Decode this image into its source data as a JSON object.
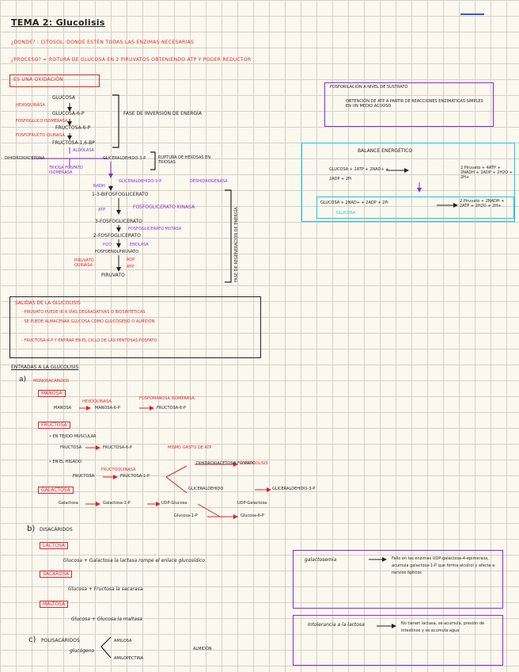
{
  "header": {
    "title": "TEMA 2: Glucolisis",
    "donde": "¿DONDE? : CITOSOL, DONDE ESTÉN TODAS LAS ENZIMAS NECESARIAS",
    "proceso": "¿PROCESO? = ROTURA DE GLUCOSA EN 2 PIRUVATOS OBTENIENDO ATP Y PODER REDUCTOR",
    "oxidacion": "ES UNA OXIDACIÓN"
  },
  "pathway": {
    "glucosa": "GLUCOSA",
    "glucosa6p": "GLUCOSA-6-P",
    "fructosa6p": "FRUCTOSA-6-P",
    "fructosa16bp": "FRUCTOSA-1,6-BP",
    "hexoquinasa": "HEXOQUINASA",
    "fosfogluco": "FOSFOGLUCO ISOMERASA",
    "fosfofructo": "FOSFOFRUCTO QUINASA",
    "aldolasa": "ALDOLASA",
    "dihidroxi": "DIHIDROXIACETONA",
    "gliceraldehido3p": "GLICERALDEHIDO-3-P",
    "triosa": "TRIOSA FOSFATO ISOMERASA",
    "gliceraldehido3p_b": "GLICERALDEHIDO-3-P",
    "deshidrogenasa": "DESHIDROGENASA",
    "nadh": "NADH",
    "bifosfoglicerato": "1-3-BIFOSFOGLICERATO",
    "atp": "ATP",
    "fosfoglicerato_kinasa": "FOSFOGLICERATO KINASA",
    "fosfoglicerato3": "3-FOSFOGLICERATO",
    "fosfoglicerato_mutasa": "FOSFOGLICERATO MUTASA",
    "fosfoglicerato2": "2-FOSFOGLICERATO",
    "enolasa": "ENOLASA",
    "h2o": "H2O",
    "fosfoenol": "FOSFOENOLPIRUVATO",
    "adp": "ADP",
    "atp_b": "ATP",
    "piruvato_quinasa": "PIRUVATO QUINASA",
    "piruvato": "PIRUVATO",
    "fase_inversion": "FASE DE INVERSIÓN DE ENERGÍA",
    "ruptura": "RUPTURA DE HEXOSAS EN TRIOSAS",
    "fase_regeneracion": "FASE DE REGENERACIÓN DE ENERGÍA"
  },
  "fosforilacion": {
    "title": "FOSFORILACIÓN A NIVEL DE SUSTRATO",
    "body": "OBTENCIÓN DE ATP A PARTIR DE REACCIONES ENZIMÁTICAS SIMPLES EN UN MEDIO ACUOSO"
  },
  "balance": {
    "title": "BALANCE ENERGÉTICO",
    "line1": "GLUCOSA + 2ATP + 2NAD+ +",
    "line1b": "2ADP + 2Pi",
    "line1r": "2 Piruvato + 4ATP + 2NADH + 2ADP + 2H2O + 2H+",
    "line2": "GLUCOSA + 2NAD+ + 2ADP + 2Pi",
    "line2r": "2 Piruvato + 2NADH + 2ATP + 2H2O + 2H+",
    "sub": "GLUCOSA"
  },
  "salidas": {
    "title": "SALIDAS DE LA GLUCOLISIS",
    "items": [
      "- PIRUVATO PUEDE IR A VÍAS DEGRADATIVAS O BIOSINTÉTICAS",
      "- SE PUEDE ALMACENAR GLUCOSA COMO GLUCÓGENO O ALMIDÓN",
      "- FRUCTOSA-6-P Y ENTRAR EN EL CICLO DE LAS PENTOSAS FOSFATO"
    ]
  },
  "entradas": {
    "title": "ENTRADAS A LA GLUCOLISIS",
    "a_label": "a)",
    "a_title": "MONOSACÁRIDOS",
    "manosa_tag": "MANOSA",
    "manosa": "MANOSA",
    "manosa6p": "MANOSA-6-P",
    "fructosa6p": "FRUCTOSA-6-P",
    "hexoquinasa": "HEXOQUINASA",
    "fosfomanosa": "FOSFOMANOSA ISOMERASA",
    "fructosa_tag": "FRUCTOSA",
    "musculo": "• EN TEJIDO MUSCULAR",
    "fructosa_m": "FRUCTOSA",
    "fructosa6p_m": "FRUCTOSA-6-P",
    "mismo_atp": "MISMO GASTO DE ATP",
    "higado": "• EN EL HÍGADO",
    "fructosa_h": "FRUCTOSA",
    "fructosa1p": "FRUCTOSA-1-P",
    "fructoquinasa": "FRUCTOQUINASA",
    "dihidroxi": "DIHIDROXIACETONA FOSFATO",
    "gliceraldehido": "GLICERALDEHIDO",
    "gliceraldehido3p": "GLICERALDEHIDO-3-P",
    "a_glucolisis": "A GLUCOLISIS",
    "galactosa_tag": "GALACTOSA",
    "galactosa": "Galactosa",
    "galactosa1p": "Galactosa-1-P",
    "udp_gluc": "UDP-Glucosa",
    "udp_galac": "UDP-Galactosa",
    "glucosa1p": "Glucosa-1-P",
    "glucosa6p": "Glucosa-6-P",
    "b_label": "b)",
    "b_title": "DISACÁRIDOS",
    "lactosa_tag": "LACTOSA",
    "lactosa": "Glucosa + Galactosa   la lactasa rompe el enlace glucosídico",
    "sacarosa_tag": "SACAROSA",
    "sacarosa": "Glucosa + Fructosa   la sacarasa",
    "maltosa_tag": "MALTOSA",
    "maltosa": "Glucosa + Glucosa   la maltasa",
    "c_label": "c)",
    "c_title": "POLISACÁRIDOS",
    "glucogeno": "glucógeno",
    "amilosa": "AMILOSA",
    "amilopectina": "AMILOPECTINA",
    "almidon": "ALMIDÓN"
  },
  "galactosemia": {
    "title": "galactosemia",
    "body": "Fallo en las enzimas UDP-galactosa-4-epimerasa, acumula galactosa-1-P que forma alcohol y afecta a nervios ópticos"
  },
  "intolerancia": {
    "title": "Intolerancia a la lactosa",
    "body": "No tienen lactasa, se acumula, presión de intestinos y se acumula agua"
  }
}
